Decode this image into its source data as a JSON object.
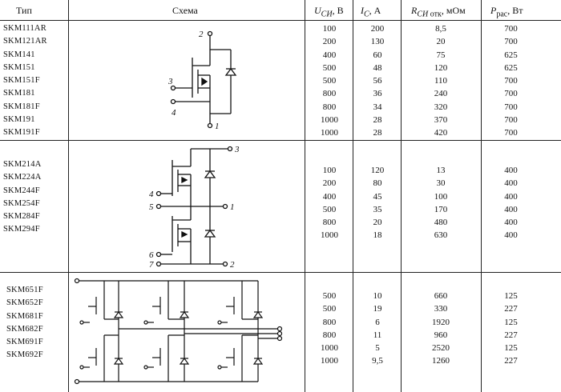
{
  "header": {
    "type": "Тип",
    "scheme": "Схема",
    "u_main": "U",
    "u_sub": "СИ",
    "u_unit": ", В",
    "i_main": "I",
    "i_sub": "C",
    "i_unit": ", А",
    "r_main": "R",
    "r_sub": "СИ",
    "r_sub2": " отк",
    "r_unit": ", мОм",
    "p_main": "P",
    "p_sub": "рас",
    "p_unit": ", Вт"
  },
  "groups": [
    {
      "models": [
        "SKM111AR",
        "SKM121AR",
        "SKM141",
        "SKM151",
        "SKM151F",
        "SKM181",
        "SKM181F",
        "SKM191",
        "SKM191F"
      ],
      "u": [
        "100",
        "200",
        "400",
        "500",
        "500",
        "800",
        "800",
        "1000",
        "1000"
      ],
      "i": [
        "200",
        "130",
        "60",
        "48",
        "56",
        "36",
        "34",
        "28",
        "28"
      ],
      "r": [
        "8,5",
        "20",
        "75",
        "120",
        "110",
        "240",
        "320",
        "370",
        "420"
      ],
      "p": [
        "700",
        "700",
        "625",
        "625",
        "700",
        "700",
        "700",
        "700",
        "700"
      ],
      "pins": [
        "2",
        "3",
        "4",
        "1"
      ]
    },
    {
      "models": [
        "SKM214A",
        "SKM224A",
        "SKM244F",
        "SKM254F",
        "SKM284F",
        "SKM294F"
      ],
      "u": [
        "100",
        "200",
        "400",
        "500",
        "800",
        "1000"
      ],
      "i": [
        "120",
        "80",
        "45",
        "35",
        "20",
        "18"
      ],
      "r": [
        "13",
        "30",
        "100",
        "170",
        "480",
        "630"
      ],
      "p": [
        "400",
        "400",
        "400",
        "400",
        "400",
        "400"
      ],
      "pins": [
        "3",
        "4",
        "5",
        "1",
        "6",
        "7",
        "2"
      ]
    },
    {
      "models": [
        "SKM651F",
        "SKM652F",
        "SKM681F",
        "SKM682F",
        "SKM691F",
        "SKM692F"
      ],
      "u": [
        "500",
        "500",
        "800",
        "800",
        "1000",
        "1000"
      ],
      "i": [
        "10",
        "19",
        "6",
        "11",
        "5",
        "9,5"
      ],
      "r": [
        "660",
        "330",
        "1920",
        "960",
        "2520",
        "1260"
      ],
      "p": [
        "125",
        "227",
        "125",
        "227",
        "125",
        "227"
      ]
    }
  ]
}
